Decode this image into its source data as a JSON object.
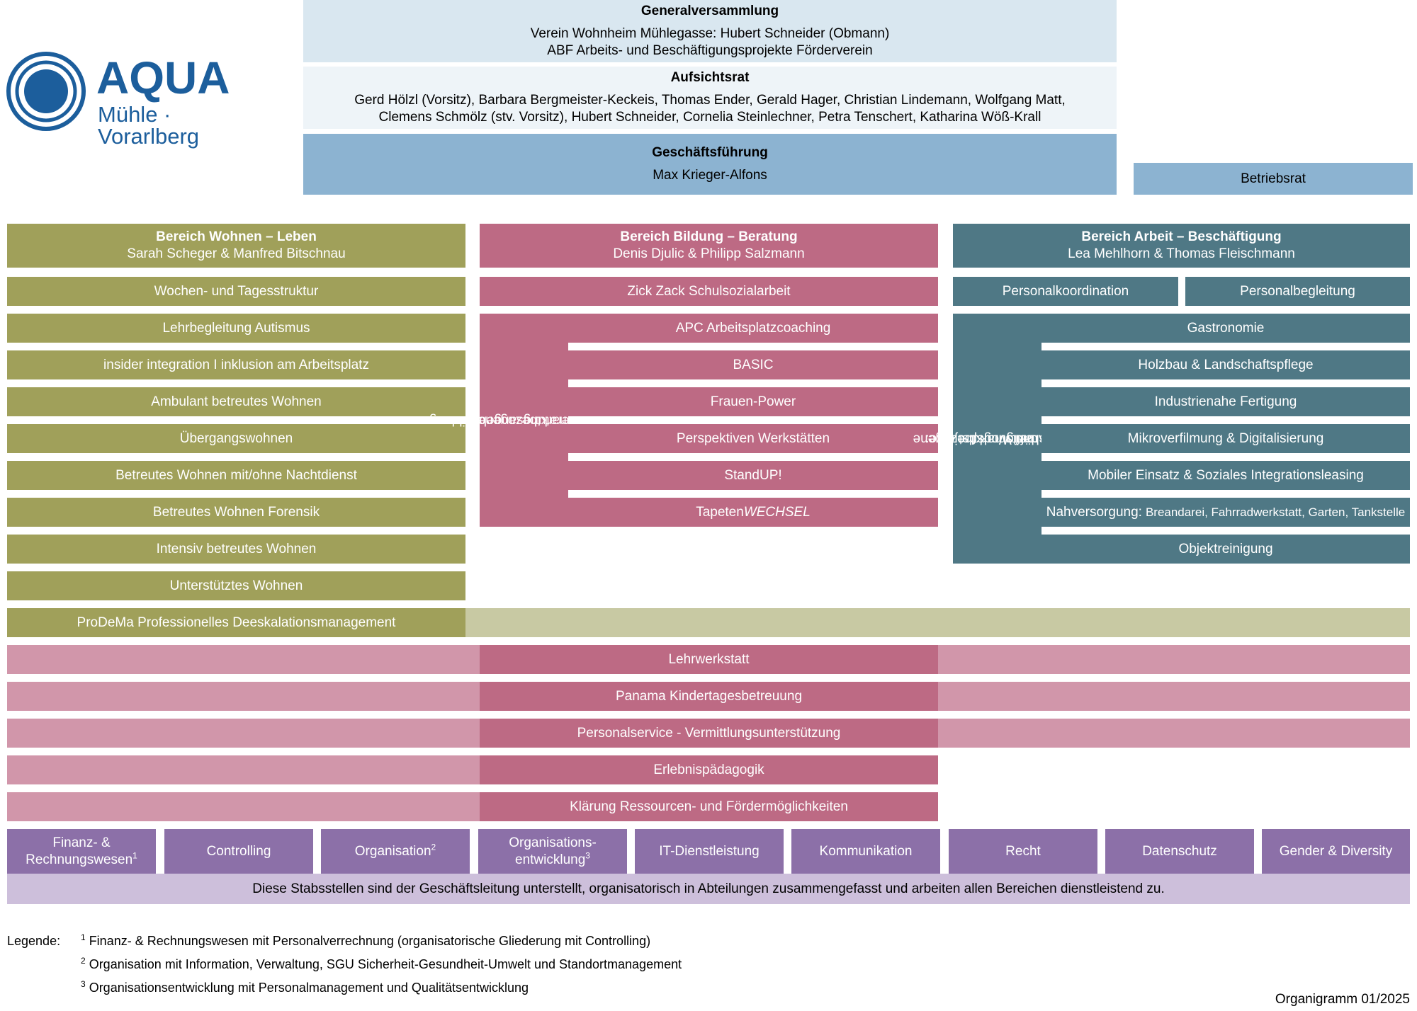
{
  "logo": {
    "name": "AQUA",
    "sub": "Mühle · Vorarlberg",
    "color": "#1c5e9c"
  },
  "colors": {
    "gov_light": "#d9e7f0",
    "gov_lighter": "#eef4f8",
    "gov_mid": "#8cb3d1",
    "olive": "#a0a05a",
    "olive_light": "#c8c9a3",
    "rose": "#bd6a84",
    "rose_light": "#d196aa",
    "teal": "#4f7885",
    "purple": "#8c70a8",
    "purple_light": "#cdbfdb"
  },
  "governance": {
    "gv": {
      "title": "Generalversammlung",
      "line1": "Verein Wohnheim Mühlegasse: Hubert Schneider (Obmann)",
      "line2": "ABF Arbeits- und Beschäftigungsprojekte Förderverein"
    },
    "ar": {
      "title": "Aufsichtsrat",
      "line1": "Gerd Hölzl (Vorsitz), Barbara Bergmeister-Keckeis, Thomas Ender, Gerald Hager, Christian Lindemann, Wolfgang Matt,",
      "line2": "Clemens Schmölz (stv. Vorsitz), Hubert Schneider, Cornelia Steinlechner, Petra Tenschert, Katharina Wöß-Krall"
    },
    "gf": {
      "title": "Geschäftsführung",
      "name": "Max Krieger-Alfons"
    },
    "br": "Betriebsrat"
  },
  "wohnen": {
    "title": "Bereich Wohnen – Leben",
    "lead": "Sarah Scheger & Manfred Bitschnau",
    "items": [
      "Wochen- und Tagesstruktur",
      "Lehrbegleitung Autismus",
      "insider integration I inklusion am Arbeitsplatz",
      "Ambulant betreutes Wohnen",
      "Übergangswohnen",
      "Betreutes Wohnen mit/ohne Nachtdienst",
      "Betreutes Wohnen Forensik",
      "Intensiv betreutes Wohnen",
      "Unterstütztes Wohnen"
    ],
    "prodema": "ProDeMa Professionelles Deeskalationsmanagement"
  },
  "bildung": {
    "title": "Bereich Bildung – Beratung",
    "lead": "Denis Djulic & Philipp Salzmann",
    "top": "Zick Zack Schulsozialarbeit",
    "side_line1": "Arbeitsmarktbezogene Bildungs-",
    "side_line2": "und Beratungsangebote",
    "items": [
      "APC Arbeitsplatzcoaching",
      "BASIC",
      "Frauen-Power",
      "Perspektiven Werkstätten",
      "StandUP!"
    ],
    "last_prefix": "Tapeten",
    "last_italic": "WECHSEL"
  },
  "arbeit": {
    "title": "Bereich Arbeit – Beschäftigung",
    "lead": "Lea Mehlhorn  & Thomas Fleischmann",
    "top_left": "Personalkoordination",
    "top_right": "Personalbegleitung",
    "side_line1": "Arbeitsmarktbezogene",
    "side_line2": "Beschäftigungsprojekte:",
    "side_line3": "SÖB und Work 1st",
    "items": [
      "Gastronomie",
      "Holzbau & Landschaftspflege",
      "Industrienahe Fertigung",
      "Mikroverfilmung & Digitalisierung",
      "Mobiler Einsatz & Soziales Integrationsleasing"
    ],
    "nahv_label": "Nahversorgung:",
    "nahv_detail": "Breandarei, Fahrradwerkstatt, Garten, Tankstelle",
    "last": "Objektreinigung"
  },
  "cross": [
    "Lehrwerkstatt",
    "Panama Kindertagesbetreuung",
    "Personalservice - Vermittlungsunterstützung",
    "Erlebnispädagogik",
    "Klärung Ressourcen- und Fördermöglichkeiten"
  ],
  "staff": {
    "finanz_l1": "Finanz- &",
    "finanz_l2": "Rechnungswesen",
    "finanz_sup": "1",
    "controlling": "Controlling",
    "organisation": "Organisation",
    "organisation_sup": "2",
    "orgent_l1": "Organisations-",
    "orgent_l2": "entwicklung",
    "orgent_sup": "3",
    "it": "IT-Dienstleistung",
    "kommunikation": "Kommunikation",
    "recht": "Recht",
    "datenschutz": "Datenschutz",
    "gender": "Gender & Diversity",
    "note": "Diese Stabsstellen sind der Geschäftsleitung unterstellt, organisatorisch in Abteilungen zusammengefasst und arbeiten allen Bereichen dienstleistend zu."
  },
  "legend": {
    "label": "Legende:",
    "items": [
      {
        "sup": "1",
        "text": " Finanz- & Rechnungswesen mit Personalverrechnung (organisatorische Gliederung mit Controlling)"
      },
      {
        "sup": "2",
        "text": " Organisation mit Information, Verwaltung, SGU Sicherheit-Gesundheit-Umwelt und Standortmanagement"
      },
      {
        "sup": "3",
        "text": " Organisationsentwicklung mit Personalmanagement und Qualitätsentwicklung"
      }
    ]
  },
  "footer": "Organigramm 01/2025"
}
